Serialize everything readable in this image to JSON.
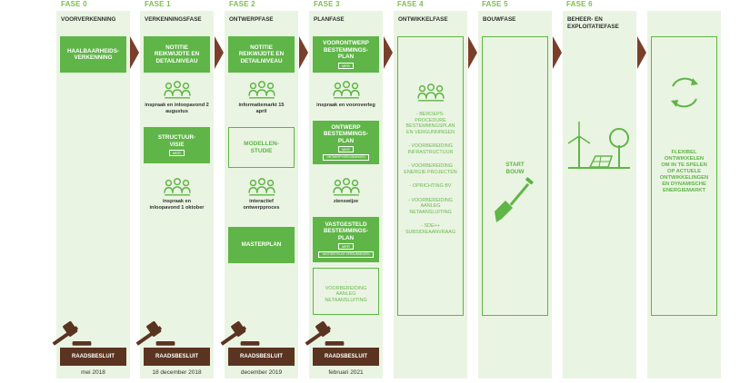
{
  "phases": [
    {
      "label": "FASE 0",
      "title": "VOORVERKENNING"
    },
    {
      "label": "FASE 1",
      "title": "VERKENNINGSFASE"
    },
    {
      "label": "FASE 2",
      "title": "ONTWERPFASE"
    },
    {
      "label": "FASE 3",
      "title": "PLANFASE"
    },
    {
      "label": "FASE 4",
      "title": "ONTWIKKELFASE"
    },
    {
      "label": "FASE 5",
      "title": "BOUWFASE"
    },
    {
      "label": "FASE 6",
      "title": "BEHEER- EN EXPLOITATIEFASE"
    }
  ],
  "fase0": {
    "box": "HAALBAARHEIDS-VERKENNING",
    "decision": "RAADSBESLUIT",
    "date": "mei 2018"
  },
  "fase1": {
    "box1": "NOTITIE REIKWIJDTE EN DETAILNIVEAU",
    "text1": "inspraak en inloopavond 2 augustus",
    "box2": "STRUCTUUR-VISIE",
    "tag2": "MER",
    "text2": "inspraak en inloopavond 1 oktober",
    "decision": "RAADSBESLUIT",
    "date": "18 december 2018"
  },
  "fase2": {
    "box1": "NOTITIE REIKWIJDTE EN DETAILNIVEAU",
    "text1": "informatiemarkt 15 april",
    "box2": "MODELLEN-STUDIE",
    "text2": "interactief ontwerpproces",
    "box3": "MASTERPLAN",
    "decision": "RAADSBESLUIT",
    "date": "december 2019"
  },
  "fase3": {
    "box1": "VOORONTWERP BESTEMMINGS-PLAN",
    "tag1": "MER",
    "text1": "inspraak en vooroverleg",
    "box2": "ONTWERP BESTEMMINGS-PLAN",
    "tag2": "MER",
    "tag2b": "ONTWERPVERGUNNINGEN",
    "text2": "zienswijze",
    "box3": "VASTGESTELD BESTEMMINGS-PLAN",
    "tag3": "MER",
    "tag3b": "VASTGESTELDE VERGUNNINGEN",
    "box4": "- VOORBEREIDING AANLEG NETAANSLUITING",
    "decision": "RAADSBESLUIT",
    "date": "februari 2021"
  },
  "fase4": {
    "items": [
      "- BEROEPS-PROCEDURE BESTEMMINGSPLAN EN VERGUNNINGEN",
      "- VOORBEREIDING INFRASTRUCTUUR",
      "- VOORBEREIDING ENERGIE PROJECTEN",
      "- OPRICHTING BV",
      "- VOORBEREIDING AANLEG NETAANSLUITING",
      "- SDE++ SUBSIDIEAANVRAAG"
    ]
  },
  "fase5": {
    "box": "START BOUW"
  },
  "fase7": {
    "box": "FLEXIBEL ONTWIKKELEN OM IN TE SPELEN OP ACTUELE ONTWIKKELINGEN EN DYNAMISCHE ENERGIEMARKT"
  },
  "colors": {
    "green": "#5fb547",
    "light": "#eaf4e2",
    "brown": "#5b3421",
    "arrow": "#7a3f2a"
  }
}
